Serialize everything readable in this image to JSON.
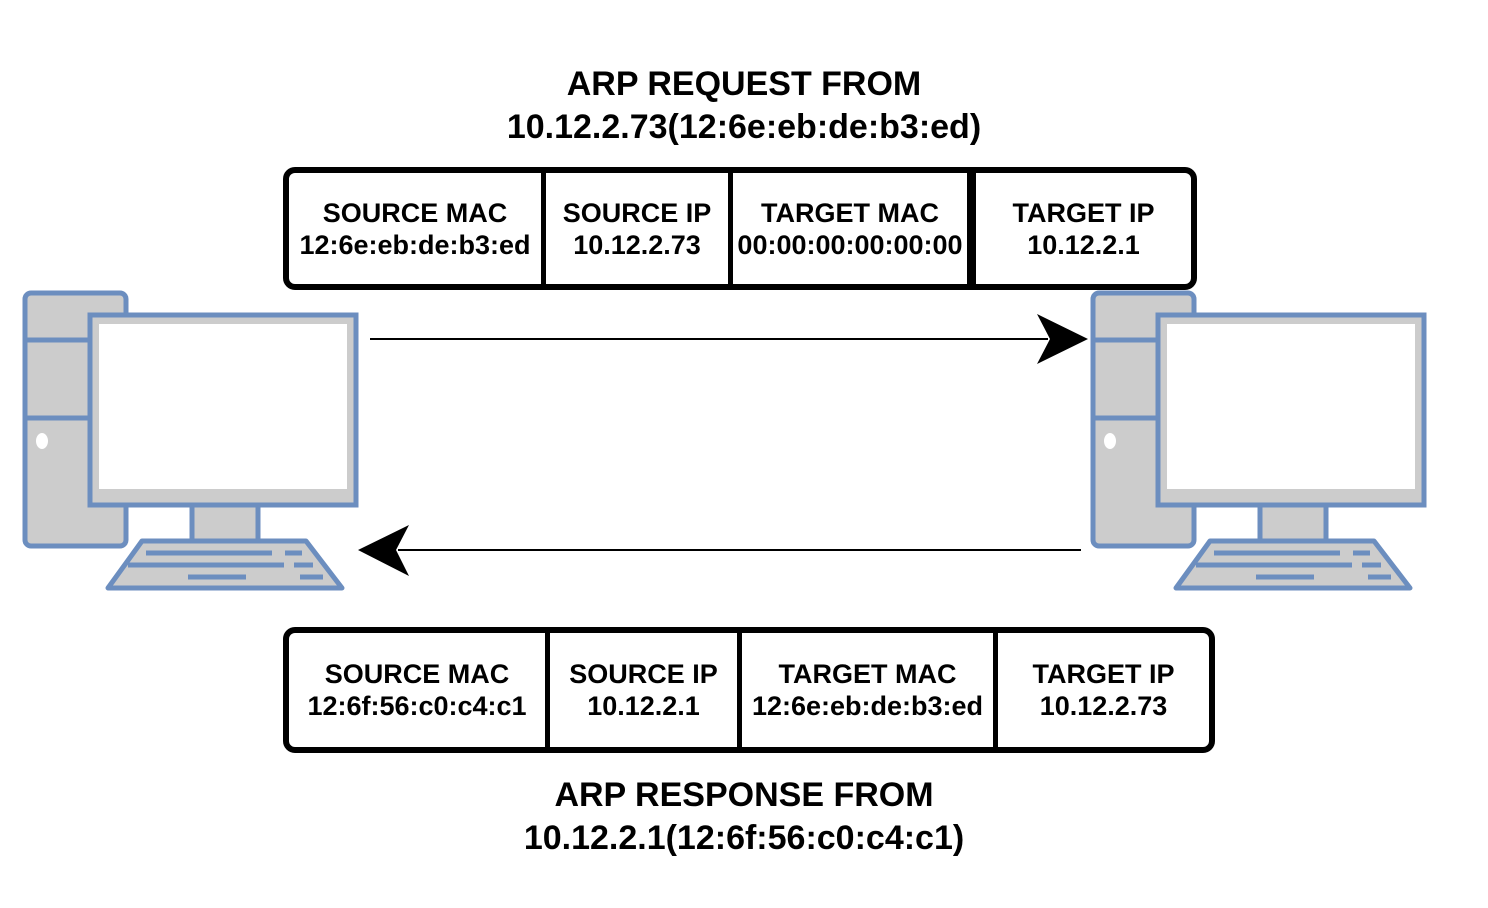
{
  "request": {
    "title_line1": "ARP REQUEST FROM",
    "title_line2": "10.12.2.73(12:6e:eb:de:b3:ed)",
    "fields": [
      {
        "label": "SOURCE MAC",
        "value": "12:6e:eb:de:b3:ed"
      },
      {
        "label": "SOURCE IP",
        "value": "10.12.2.73"
      },
      {
        "label": "TARGET MAC",
        "value": "00:00:00:00:00:00"
      },
      {
        "label": "TARGET IP",
        "value": "10.12.2.1"
      }
    ]
  },
  "response": {
    "title_line1": "ARP RESPONSE FROM",
    "title_line2": "10.12.2.1(12:6f:56:c0:c4:c1)",
    "fields": [
      {
        "label": "SOURCE MAC",
        "value": "12:6f:56:c0:c4:c1"
      },
      {
        "label": "SOURCE IP",
        "value": "10.12.2.1"
      },
      {
        "label": "TARGET MAC",
        "value": "12:6e:eb:de:b3:ed"
      },
      {
        "label": "TARGET IP",
        "value": "10.12.2.73"
      }
    ]
  },
  "colors": {
    "computer_stroke": "#6c8ebf",
    "computer_fill": "#cccccc",
    "screen_fill": "#ffffff",
    "line": "#000000"
  },
  "icons": {
    "left_host": "desktop-computer-icon",
    "right_host": "desktop-computer-icon"
  }
}
